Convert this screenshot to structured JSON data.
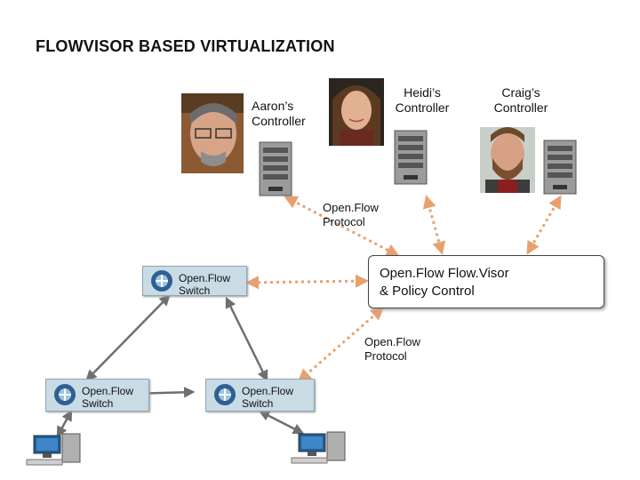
{
  "title": "FLOWVISOR BASED VIRTUALIZATION",
  "controllers": {
    "aaron": "Aaron’s\nController",
    "heidi": "Heidi’s\nController",
    "craig": "Craig’s\nController"
  },
  "protocol_label_top": "Open.Flow\nProtocol",
  "protocol_label_bottom": "Open.Flow\nProtocol",
  "flowvisor": "Open.Flow Flow.Visor\n& Policy Control",
  "switches": {
    "top": "Open.Flow\nSwitch",
    "left": "Open.Flow\nSwitch",
    "right": "Open.Flow\nSwitch"
  },
  "colors": {
    "dashed_link": "#e8a070",
    "gray_link": "#6f6f6f",
    "switch_fill": "#c9dbe5"
  }
}
